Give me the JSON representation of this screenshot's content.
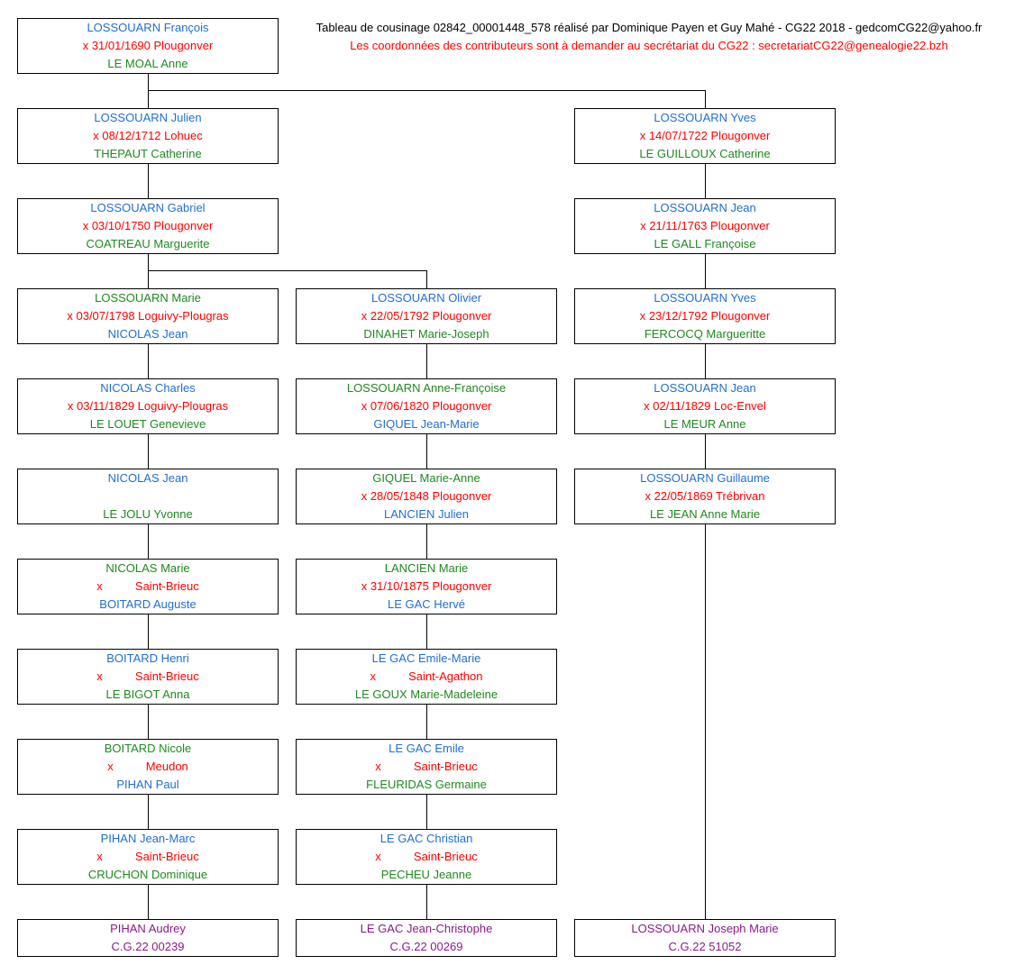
{
  "header": {
    "line1": "Tableau de cousinage 02842_00001448_578 réalisé par Dominique Payen et Guy Mahé - CG22 2018 - gedcomCG22@yahoo.fr",
    "line2": "Les coordonnées des contributeurs sont à demander au secrétariat du CG22 :  secretariatCG22@genealogie22.bzh"
  },
  "colors": {
    "lossouarn_line": "#1f6fd0",
    "marriage": "#ff0000",
    "spouse": "#1e8a1e",
    "descendant": "#8b1a8b"
  },
  "root": {
    "person": "LOSSOUARN François",
    "marriage": "x 31/01/1690 Plougonver",
    "spouse": "LE MOAL Anne"
  },
  "col1": [
    {
      "person": "LOSSOUARN Julien",
      "marriage": "x 08/12/1712 Lohuec",
      "spouse": "THEPAUT Catherine"
    },
    {
      "person": "LOSSOUARN Gabriel",
      "marriage": "x 03/10/1750 Plougonver",
      "spouse": "COATREAU Marguerite"
    },
    {
      "person": "LOSSOUARN Marie",
      "marriage": "x 03/07/1798 Loguivy-Plougras",
      "spouse": "NICOLAS Jean"
    },
    {
      "person": "NICOLAS Charles",
      "marriage": "x 03/11/1829 Loguivy-Plougras",
      "spouse": "LE LOUET Genevieve"
    },
    {
      "person": "NICOLAS Jean",
      "marriage": "",
      "spouse": "LE JOLU Yvonne"
    },
    {
      "person": "NICOLAS Marie",
      "marriage": "x          Saint-Brieuc",
      "spouse": "BOITARD Auguste"
    },
    {
      "person": "BOITARD Henri",
      "marriage": "x          Saint-Brieuc",
      "spouse": "LE BIGOT Anna"
    },
    {
      "person": "BOITARD Nicole",
      "marriage": "x          Meudon",
      "spouse": "PIHAN Paul"
    },
    {
      "person": "PIHAN Jean-Marc",
      "marriage": "x          Saint-Brieuc",
      "spouse": "CRUCHON Dominique"
    },
    {
      "person": "PIHAN Audrey",
      "code": "C.G.22 00239"
    }
  ],
  "col2": [
    {
      "person": "LOSSOUARN Olivier",
      "marriage": "x 22/05/1792 Plougonver",
      "spouse": "DINAHET Marie-Joseph"
    },
    {
      "person": "LOSSOUARN Anne-Françoise",
      "marriage": "x 07/06/1820 Plougonver",
      "spouse": "GIQUEL Jean-Marie"
    },
    {
      "person": "GIQUEL Marie-Anne",
      "marriage": "x 28/05/1848 Plougonver",
      "spouse": "LANCIEN Julien"
    },
    {
      "person": "LANCIEN Marie",
      "marriage": "x 31/10/1875 Plougonver",
      "spouse": "LE GAC Hervé"
    },
    {
      "person": "LE GAC Emile-Marie",
      "marriage": "x          Saint-Agathon",
      "spouse": "LE GOUX Marie-Madeleine"
    },
    {
      "person": "LE GAC Emile",
      "marriage": "x          Saint-Brieuc",
      "spouse": "FLEURIDAS Germaine"
    },
    {
      "person": "LE GAC Christian",
      "marriage": "x          Saint-Brieuc",
      "spouse": "PECHEU Jeanne"
    },
    {
      "person": "LE GAC Jean-Christophe",
      "code": "C.G.22 00269"
    }
  ],
  "col3": [
    {
      "person": "LOSSOUARN Yves",
      "marriage": "x 14/07/1722 Plougonver",
      "spouse": "LE GUILLOUX Catherine"
    },
    {
      "person": "LOSSOUARN Jean",
      "marriage": "x 21/11/1763 Plougonver",
      "spouse": "LE GALL Françoise"
    },
    {
      "person": "LOSSOUARN Yves",
      "marriage": "x 23/12/1792 Plougonver",
      "spouse": "FERCOCQ Margueritte"
    },
    {
      "person": "LOSSOUARN Jean",
      "marriage": "x 02/11/1829 Loc-Envel",
      "spouse": "LE MEUR Anne"
    },
    {
      "person": "LOSSOUARN Guillaume",
      "marriage": "x 22/05/1869 Trébrivan",
      "spouse": "LE JEAN Anne Marie"
    },
    {
      "person": "LOSSOUARN Joseph Marie",
      "code": "C.G.22 51052"
    }
  ]
}
